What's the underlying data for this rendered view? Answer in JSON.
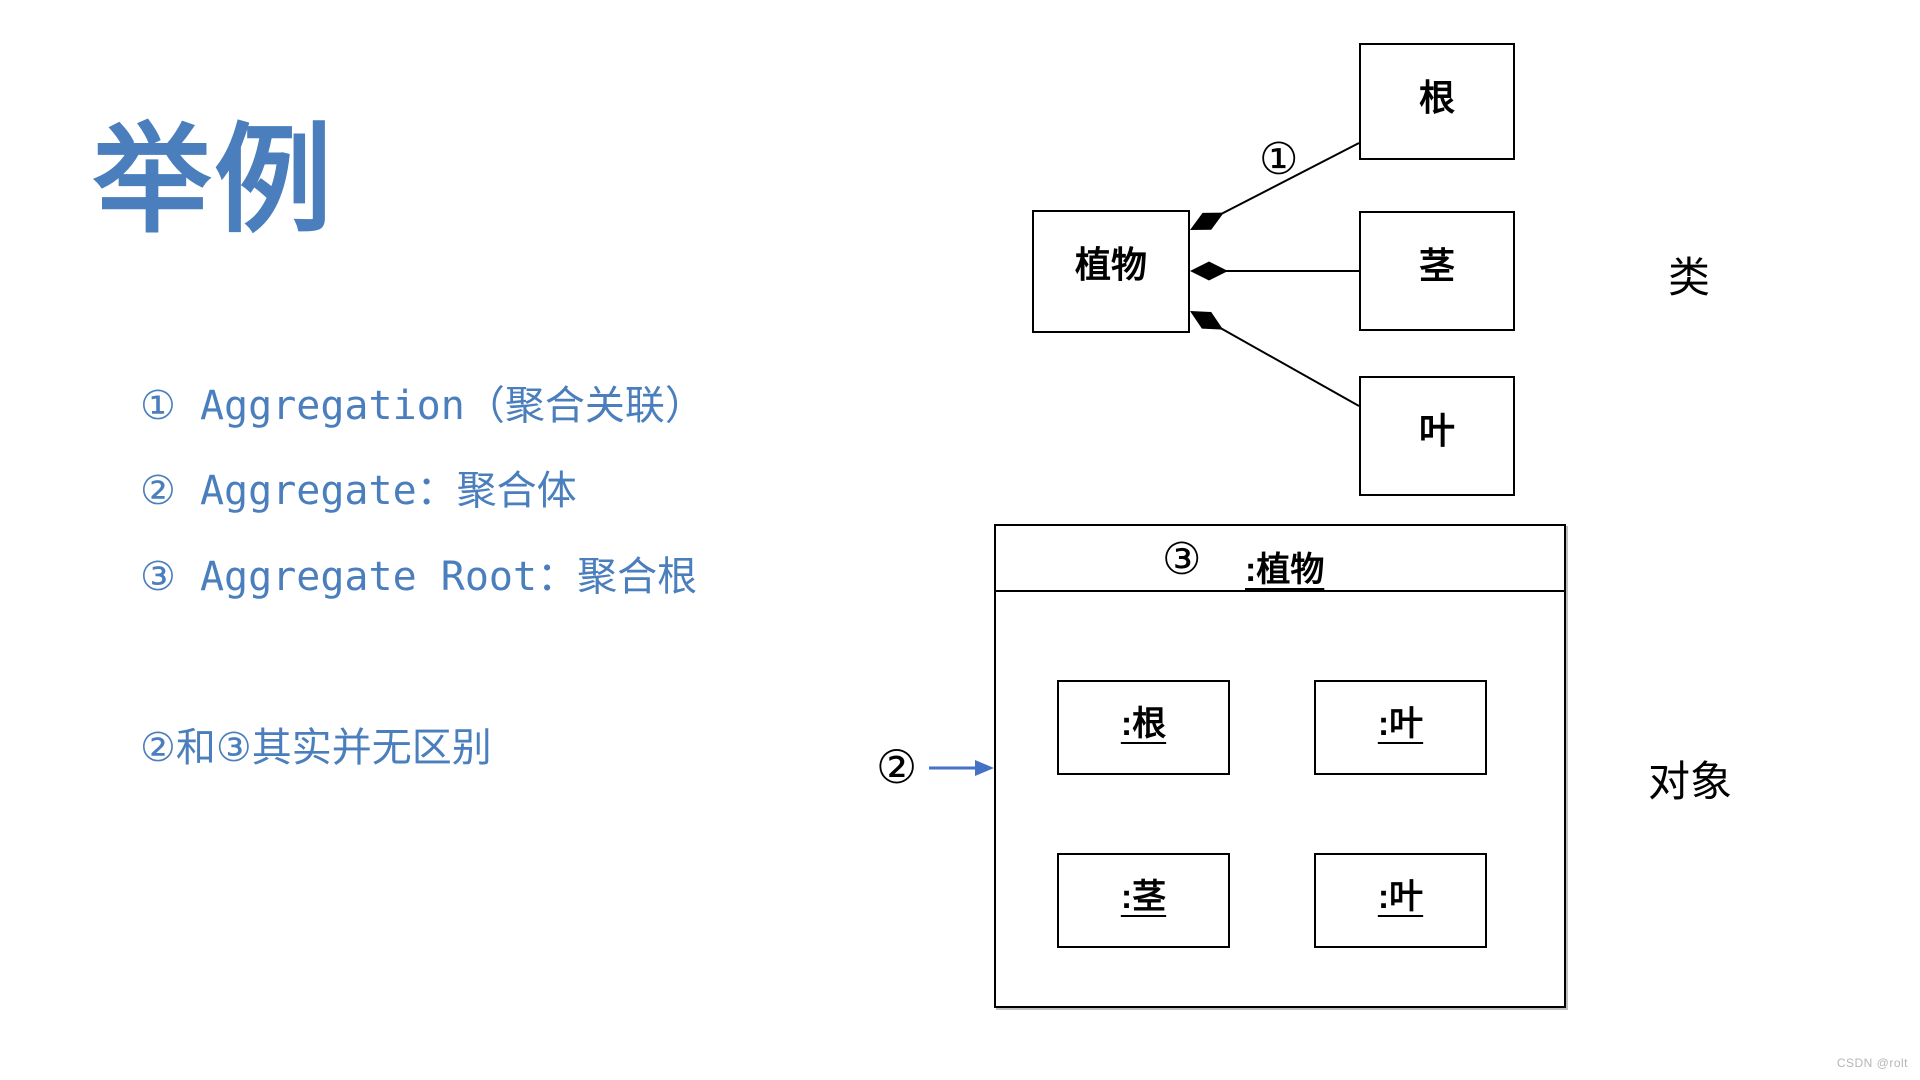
{
  "slide": {
    "title": "举例",
    "bullets": [
      "① Aggregation（聚合关联）",
      "② Aggregate：聚合体",
      "③ Aggregate Root：聚合根"
    ],
    "note": "②和③其实并无区别"
  },
  "class_diagram": {
    "marker": "①",
    "side_label": "类",
    "boxes": {
      "plant": "植物",
      "root": "根",
      "stem": "茎",
      "leaf": "叶"
    }
  },
  "object_diagram": {
    "marker": "③",
    "header": ":植物",
    "arrow_marker": "②",
    "side_label": "对象",
    "objects": [
      ":根",
      ":叶",
      ":茎",
      ":叶"
    ]
  },
  "watermark": "CSDN @rolt",
  "colors": {
    "accent_text": "#4a7ebc",
    "arrow_blue": "#4472c4",
    "stroke": "#000000",
    "watermark_gray": "#b5b5b5"
  }
}
